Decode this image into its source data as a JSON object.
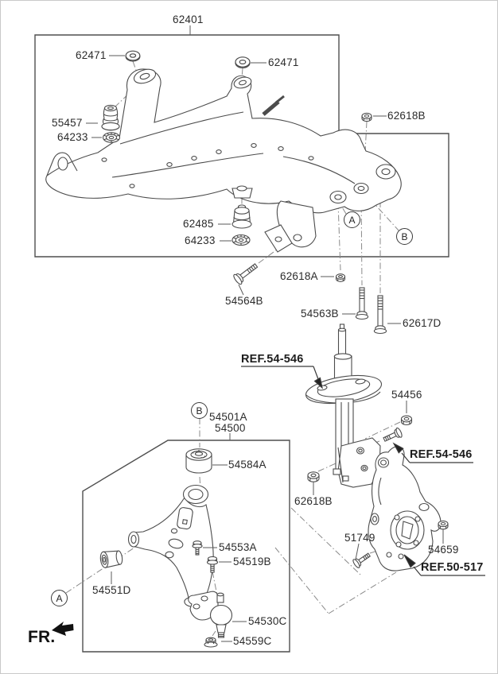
{
  "diagram": {
    "colors": {
      "background": "#ffffff",
      "line": "#4c4c4c",
      "label": "#2b2b2b"
    },
    "front_indicator": "FR.",
    "markers": {
      "a": "A",
      "b": "B"
    },
    "part_labels": {
      "p62401": "62401",
      "p62471_left": "62471",
      "p62471_right": "62471",
      "p55457": "55457",
      "p64233_upper": "64233",
      "p62618B_top": "62618B",
      "p62485": "62485",
      "p64233_lower": "64233",
      "p62618A": "62618A",
      "p54564B": "54564B",
      "p54563B": "54563B",
      "p62617D": "62617D",
      "p54456": "54456",
      "p54501A": "54501A",
      "p54500": "54500",
      "p54584A": "54584A",
      "p62618B_mid": "62618B",
      "p54553A": "54553A",
      "p54519B": "54519B",
      "p51749": "51749",
      "p54659": "54659",
      "p54551D": "54551D",
      "p54530C": "54530C",
      "p54559C": "54559C"
    },
    "references": {
      "ref_54_546_upper": "REF.54-546",
      "ref_54_546_lower": "REF.54-546",
      "ref_50_517": "REF.50-517"
    }
  }
}
